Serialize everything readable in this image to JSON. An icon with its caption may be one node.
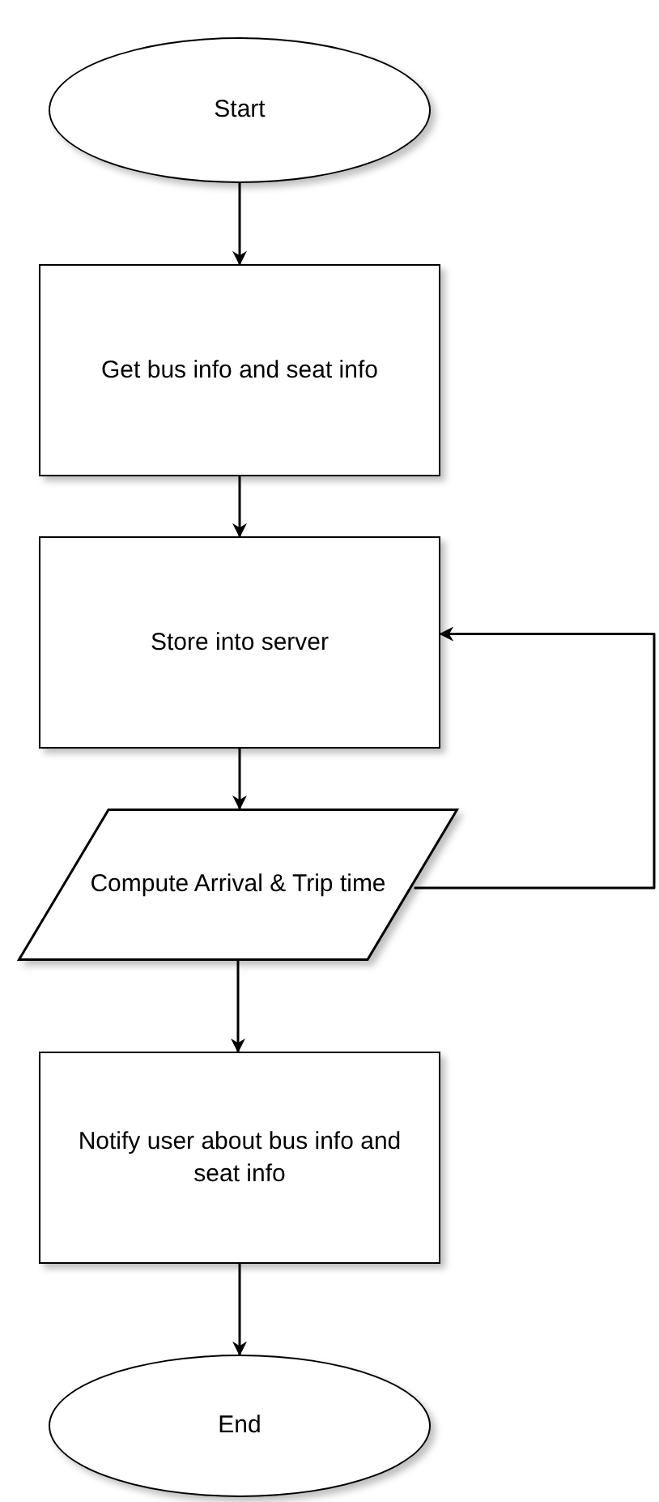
{
  "diagram": {
    "nodes": [
      {
        "text": [
          "Start"
        ]
      },
      {
        "text": [
          "Get bus info and seat info"
        ]
      },
      {
        "text": [
          "Store into server"
        ]
      },
      {
        "text": [
          "Compute Arrival & Trip time"
        ]
      },
      {
        "text": [
          "Notify user about bus info and seat info"
        ]
      },
      {
        "text": [
          "End"
        ]
      }
    ],
    "edges": [
      {
        "from": 0,
        "to": 1,
        "arrow": "to"
      },
      {
        "from": 1,
        "to": 2,
        "arrow": "to"
      },
      {
        "from": 2,
        "to": 3,
        "arrow": "to"
      },
      {
        "from": 3,
        "to": 2,
        "arrow": "to"
      },
      {
        "from": 3,
        "to": 4,
        "arrow": "to"
      },
      {
        "from": 4,
        "to": 5,
        "arrow": "to"
      }
    ]
  }
}
